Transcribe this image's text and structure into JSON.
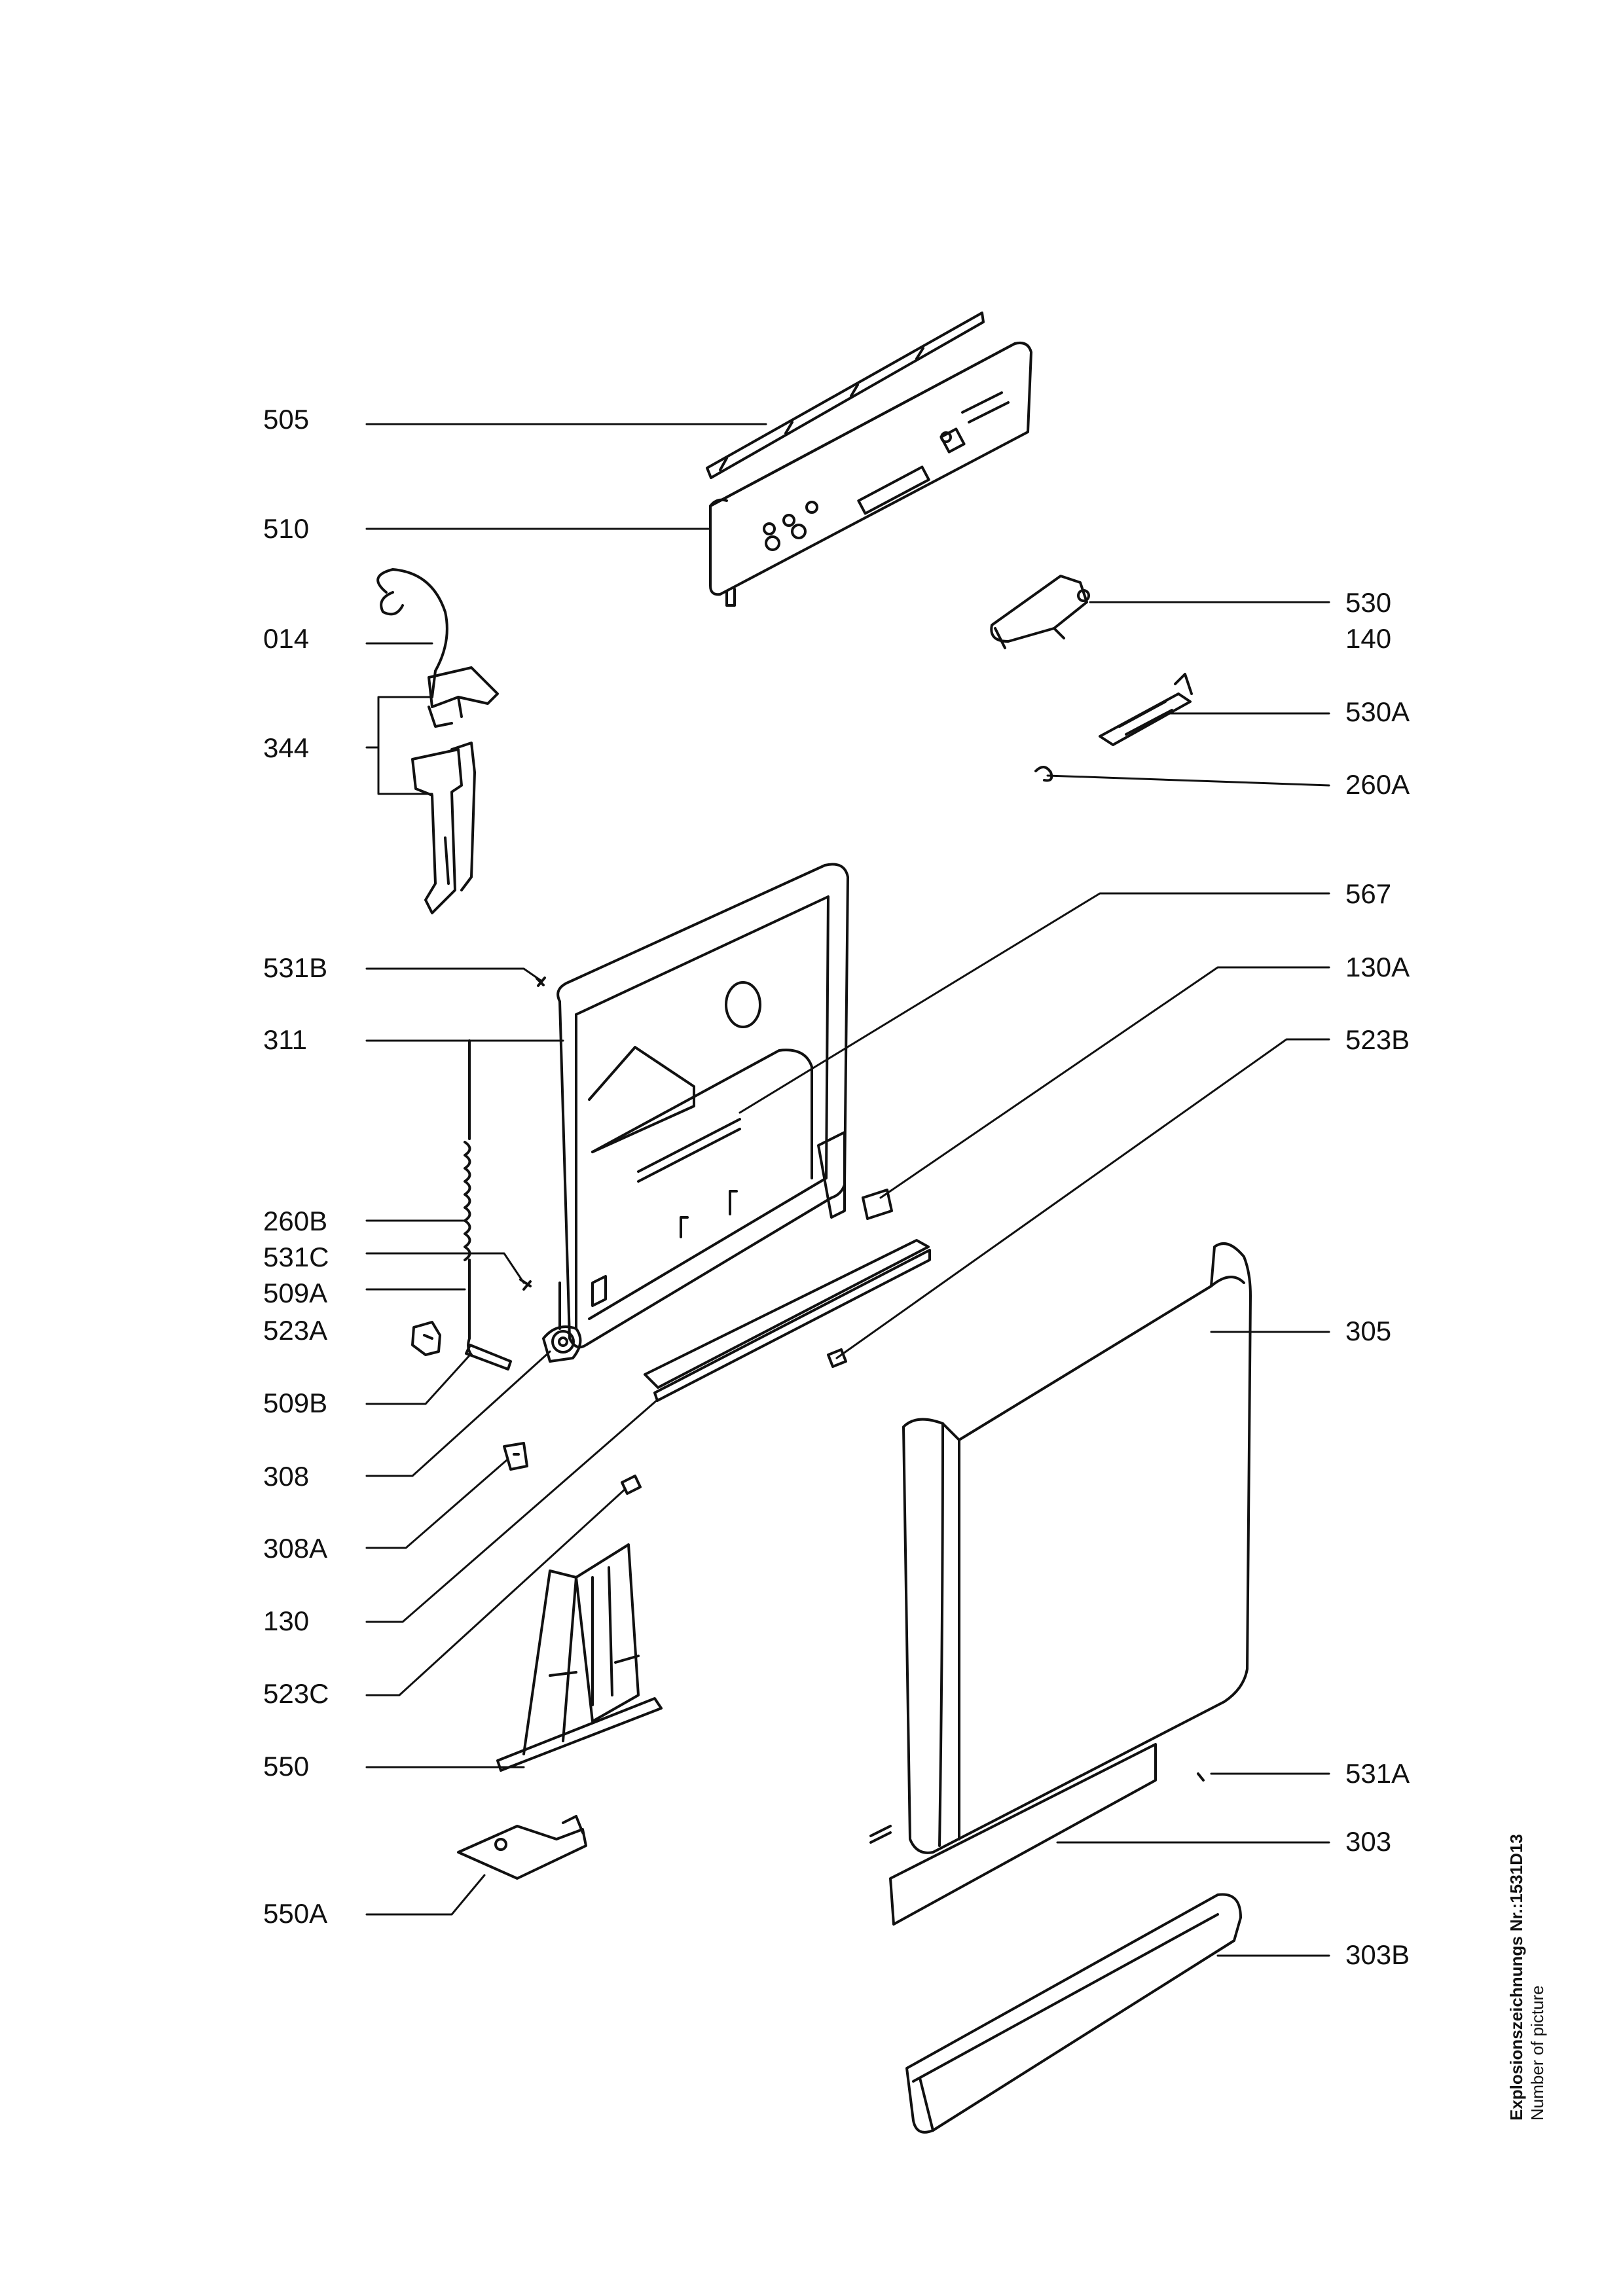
{
  "labels": {
    "l505": "505",
    "l510": "510",
    "l014": "014",
    "l344": "344",
    "l531B": "531B",
    "l311": "311",
    "l260B": "260B",
    "l531C": "531C",
    "l509A": "509A",
    "l523A": "523A",
    "l509B": "509B",
    "l308": "308",
    "l308A": "308A",
    "l130": "130",
    "l523C": "523C",
    "l550": "550",
    "l550A": "550A",
    "l530": "530",
    "l140": "140",
    "l530A": "530A",
    "l260A": "260A",
    "l567": "567",
    "l130A": "130A",
    "l523B": "523B",
    "l305": "305",
    "l531A": "531A",
    "l303": "303",
    "l303B": "303B"
  },
  "caption": {
    "title": "Explosionszeichnungs Nr.:1531D13",
    "subtitle": "Number of picture"
  }
}
